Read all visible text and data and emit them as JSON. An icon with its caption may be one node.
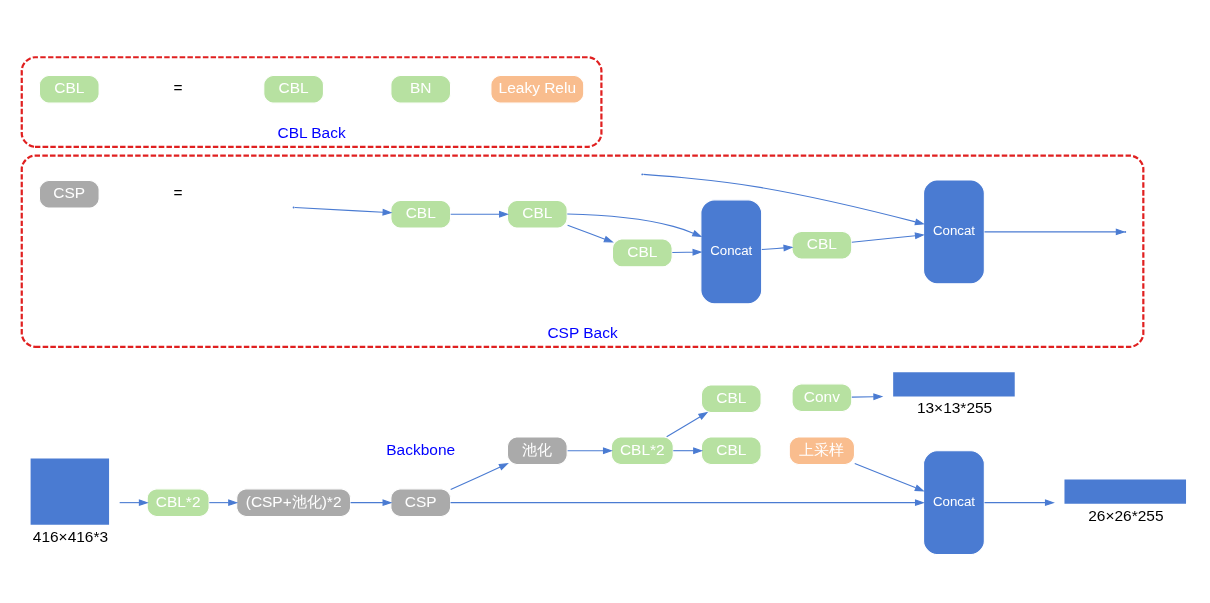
{
  "diagram": {
    "nodes": [
      {
        "text": [],
        "shape": "box",
        "beside": [
          "416×416*3"
        ]
      },
      {
        "text": [
          "CBL*2"
        ]
      },
      {
        "text": [
          "(CSP+池化)*2"
        ]
      },
      {
        "text": [
          "CSP"
        ]
      },
      {
        "text": [
          "池化"
        ]
      },
      {
        "text": [
          "CBL*2"
        ]
      },
      {
        "text": [
          "CBL"
        ]
      },
      {
        "text": [
          "Conv"
        ]
      },
      {
        "text": [],
        "shape": "box",
        "beside": [
          "13×13*255"
        ]
      },
      {
        "text": [
          "CBL"
        ]
      },
      {
        "text": [
          "上采样"
        ]
      },
      {
        "text": [
          "Concat"
        ]
      },
      {
        "text": [],
        "shape": "box",
        "beside": [
          "26×26*255"
        ]
      },
      {
        "text": [
          "CSP Back"
        ]
      },
      {
        "text": [
          "CSP"
        ],
        "in": 13
      },
      {
        "text": [
          "CBL"
        ],
        "in": 13
      },
      {
        "text": [
          "CBL"
        ],
        "in": 13
      },
      {
        "text": [
          "CBL"
        ],
        "in": 13
      },
      {
        "text": [
          "Concat"
        ],
        "in": 13
      },
      {
        "text": [
          "CBL"
        ],
        "in": 13
      },
      {
        "text": [
          "Concat"
        ],
        "in": 13
      },
      {
        "text": [
          "CBL Back"
        ]
      },
      {
        "text": [
          "CBL"
        ],
        "in": 21
      },
      {
        "text": [
          "CBL"
        ],
        "in": 21
      },
      {
        "text": [
          "BN"
        ],
        "in": 21
      },
      {
        "text": [
          "Leaky Relu"
        ],
        "in": 21
      }
    ],
    "edges": [
      {
        "from": 0,
        "to": 1,
        "arrow": "to"
      },
      {
        "from": 1,
        "to": 2,
        "arrow": "to"
      },
      {
        "from": 2,
        "to": 3,
        "arrow": "to"
      },
      {
        "from": 3,
        "to": 4,
        "arrow": "to"
      },
      {
        "from": 4,
        "to": 5,
        "arrow": "to"
      },
      {
        "from": 5,
        "to": 6,
        "arrow": "to"
      },
      {
        "from": 7,
        "to": 8,
        "arrow": "to"
      },
      {
        "from": 5,
        "to": 9,
        "arrow": "to"
      },
      {
        "from": 10,
        "to": 11,
        "arrow": "to"
      },
      {
        "from": 3,
        "to": 11,
        "arrow": "to"
      },
      {
        "from": 11,
        "to": 12,
        "arrow": "to"
      },
      {
        "from": null,
        "to": 15,
        "arrow": "to"
      },
      {
        "from": 15,
        "to": 16,
        "arrow": "to"
      },
      {
        "from": 16,
        "to": 17,
        "arrow": "to"
      },
      {
        "from": 17,
        "to": 18,
        "arrow": "to"
      },
      {
        "from": 16,
        "to": 18,
        "arrow": "to"
      },
      {
        "from": 18,
        "to": 19,
        "arrow": "to"
      },
      {
        "from": 19,
        "to": 20,
        "arrow": "to"
      },
      {
        "from": null,
        "to": 20,
        "arrow": "to"
      },
      {
        "from": 20,
        "to": null,
        "arrow": "to"
      }
    ],
    "labels": [
      "Backbone",
      "=",
      "="
    ]
  }
}
